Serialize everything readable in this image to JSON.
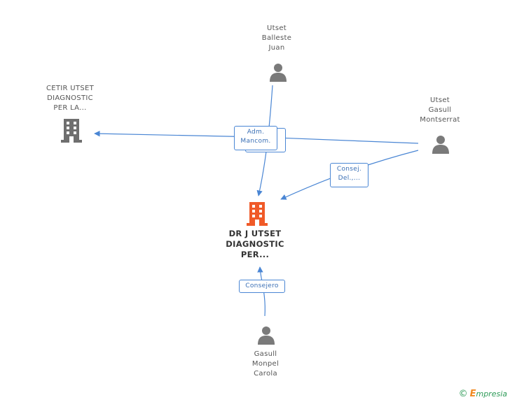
{
  "nodes": {
    "balleste": {
      "lines": [
        "Utset",
        "Balleste",
        "Juan"
      ]
    },
    "cetir": {
      "lines": [
        "CETIR UTSET",
        "DIAGNOSTIC",
        "PER LA..."
      ]
    },
    "montserrat": {
      "lines": [
        "Utset",
        "Gasull",
        "Montserrat"
      ]
    },
    "center": {
      "lines": [
        "DR J UTSET",
        "DIAGNOSTIC",
        "PER..."
      ]
    },
    "carola": {
      "lines": [
        "Gasull",
        "Monpel",
        "Carola"
      ]
    }
  },
  "edges": {
    "adm": {
      "lines": [
        "Adm.",
        "Mancom."
      ]
    },
    "consej": {
      "lines": [
        "Consej.",
        "Del.,..."
      ]
    },
    "consejero": {
      "lines": [
        "Consejero"
      ]
    }
  },
  "footer": {
    "copyright": "©",
    "brand_e": "E",
    "brand_rest": "mpresia"
  },
  "colors": {
    "person": "#7a7a7a",
    "company": "#6f6f6f",
    "company_main": "#f05a28",
    "edge": "#4a86d4"
  }
}
